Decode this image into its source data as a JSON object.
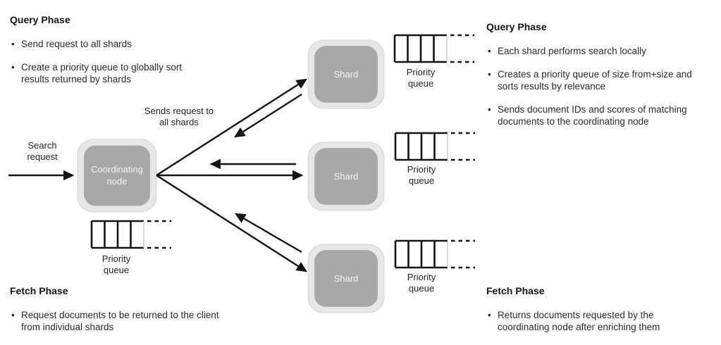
{
  "colors": {
    "node_outer": "#e7e7e7",
    "node_inner": "#a8a8a8",
    "line": "#141414",
    "body_text": "#2b2b2b"
  },
  "panels": {
    "query_left": {
      "heading": "Query Phase",
      "bullets": [
        "Send request to all shards",
        "Create a priority queue to globally sort results returned by shards"
      ]
    },
    "query_right": {
      "heading": "Query Phase",
      "bullets": [
        "Each shard performs search locally",
        "Creates a priority queue of size from+size and sorts results by relevance",
        "Sends document IDs and scores of matching documents to the coordinating node"
      ]
    },
    "fetch_left": {
      "heading": "Fetch Phase",
      "bullets": [
        "Request documents to be returned to the client from individual shards"
      ]
    },
    "fetch_right": {
      "heading": "Fetch Phase",
      "bullets": [
        "Returns documents requested by the coordinating node after enriching them"
      ]
    }
  },
  "nodes": {
    "coordinating": "Coordinating node",
    "shard_top": "Shard",
    "shard_middle": "Shard",
    "shard_bottom": "Shard"
  },
  "labels": {
    "search_request": "Search request",
    "sends_request": "Sends request to all shards",
    "priority_queue_left": "Priority queue",
    "priority_queue_top": "Priority queue",
    "priority_queue_middle": "Priority queue",
    "priority_queue_bottom": "Priority queue"
  }
}
